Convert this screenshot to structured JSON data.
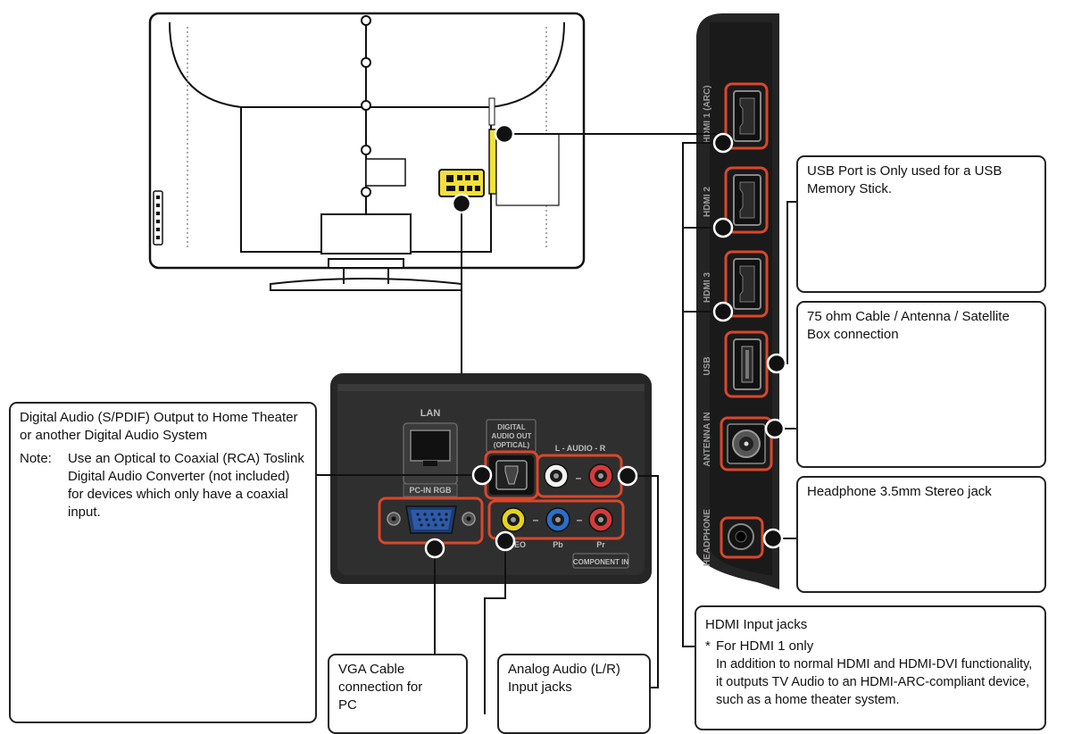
{
  "callouts": {
    "usb": "USB Port is Only used for a USB Memory Stick.",
    "antenna": "75 ohm Cable / Antenna / Satellite Box connection",
    "headphone": "Headphone 3.5mm Stereo jack",
    "digital_audio": {
      "title": "Digital Audio (S/PDIF) Output to Home Theater or another Digital Audio System",
      "note_label": "Note:",
      "note_text": "Use an Optical to Coaxial (RCA) Toslink Digital Audio Converter (not included) for devices which only have a coaxial input."
    },
    "vga": "VGA Cable connection for PC",
    "analog": "Analog Audio (L/R) Input jacks",
    "hdmi": {
      "title": "HDMI Input jacks",
      "star": "*",
      "sub_title": "For HDMI 1 only",
      "sub_text": "In addition to normal HDMI and HDMI-DVI functionality, it outputs TV Audio to an HDMI-ARC-compliant device, such as a home theater system."
    }
  },
  "panel_labels": {
    "lan": "LAN",
    "digital_audio_out": [
      "DIGITAL",
      "AUDIO OUT",
      "(OPTICAL)"
    ],
    "pc_in_rgb": "PC-IN RGB",
    "audio_lr": "L - AUDIO - R",
    "video": "VIDEO",
    "pb": "Pb",
    "pr": "Pr",
    "component_in": "COMPONENT IN",
    "dash": "–"
  },
  "side_labels": {
    "hdmi1": "HDMI 1 (ARC)",
    "hdmi2": "HDMI 2",
    "hdmi3": "HDMI 3",
    "usb": "USB",
    "antenna": "ANTENNA IN",
    "headphone": "HEADPHONE"
  },
  "colors": {
    "highlight": "#d9472b",
    "panel": "#2b2b2b",
    "yellow_jack": "#e6d31a",
    "blue_jack": "#2a6fc9",
    "red_jack": "#d63a3a",
    "white_jack": "#f2f2f2",
    "tv_label": "#f2e03b"
  }
}
